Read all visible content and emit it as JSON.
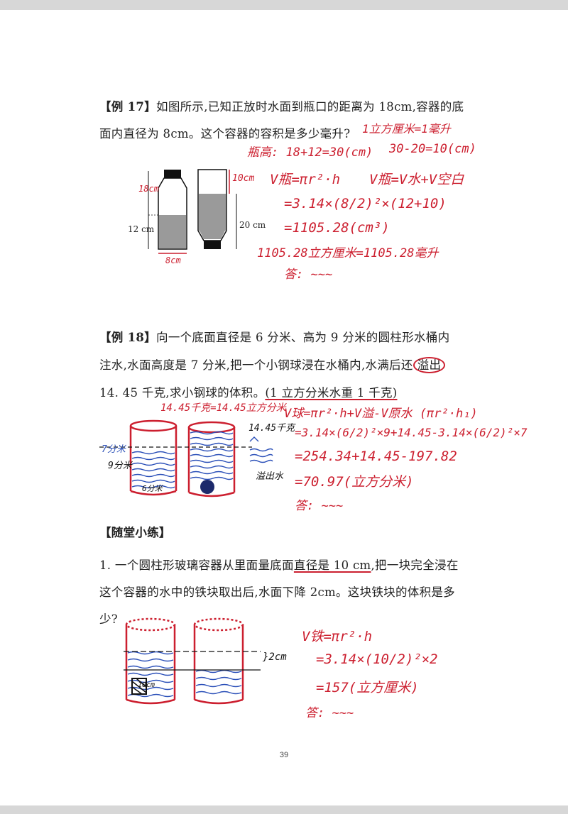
{
  "page_number": "39",
  "ex17": {
    "tag": "【例 17】",
    "line1": "如图所示,已知正放时水面到瓶口的距离为 18cm,容器的底",
    "line2": "面内直径为 8cm。这个容器的容积是多少毫升?",
    "fig_left_top": "18cm",
    "fig_left_side": "12 cm",
    "fig_left_bottom": "8cm",
    "fig_right_top": "10cm",
    "fig_right_side": "20 cm",
    "hw_unit": "1立方厘米=1毫升",
    "hw_h": "瓶高: 18+12=30(cm)",
    "hw_h2": "30-20=10(cm)",
    "hw_f1": "V瓶=πr²·h",
    "hw_f2": "V瓶=V水+V空白",
    "hw_c1": "=3.14×(8/2)²×(12+10)",
    "hw_c2": "=1105.28(cm³)",
    "hw_c3": "1105.28立方厘米=1105.28毫升",
    "hw_ans": "答: ~~~"
  },
  "ex18": {
    "tag": "【例 18】",
    "line1": "向一个底面直径是 6 分米、高为 9 分米的圆柱形水桶内",
    "line2a": "注水,水面高度是 7 分米,把一个小钢球浸在水桶内,水满后还",
    "line2b": "溢出",
    "line3a": "14. 45 千克,求小钢球的体积。",
    "line3b": "(1 立方分米水重 1 千克)",
    "hw_conv": "14.45千克=14.45立方分米",
    "hw_kg": "14.45千克",
    "hw_7": "7分米",
    "hw_9": "9分米",
    "hw_6": "6分米",
    "hw_overflow": "溢出水",
    "hw_f1": "V球=πr²·h+V溢-V原水 (πr²·h₁)",
    "hw_c1": "=3.14×(6/2)²×9+14.45-3.14×(6/2)²×7",
    "hw_c2": "=254.34+14.45-197.82",
    "hw_c3": "=70.97(立方分米)",
    "hw_ans": "答: ~~~"
  },
  "practice": {
    "heading": "【随堂小练】",
    "q1_line1a": "1. 一个圆柱形玻璃容器从里面量底面",
    "q1_line1b": "直径是 10 cm",
    "q1_line1c": ",把一块完全浸在",
    "q1_line2": "这个容器的水中的铁块取出后,水面下降 2cm。这块铁块的体积是多",
    "q1_line3": "少?",
    "hw_2cm": "}2cm",
    "hw_10": "10cm",
    "hw_f1": "V铁=πr²·h",
    "hw_c1": "=3.14×(10/2)²×2",
    "hw_c2": "=157(立方厘米)",
    "hw_ans": "答: ~~~"
  }
}
